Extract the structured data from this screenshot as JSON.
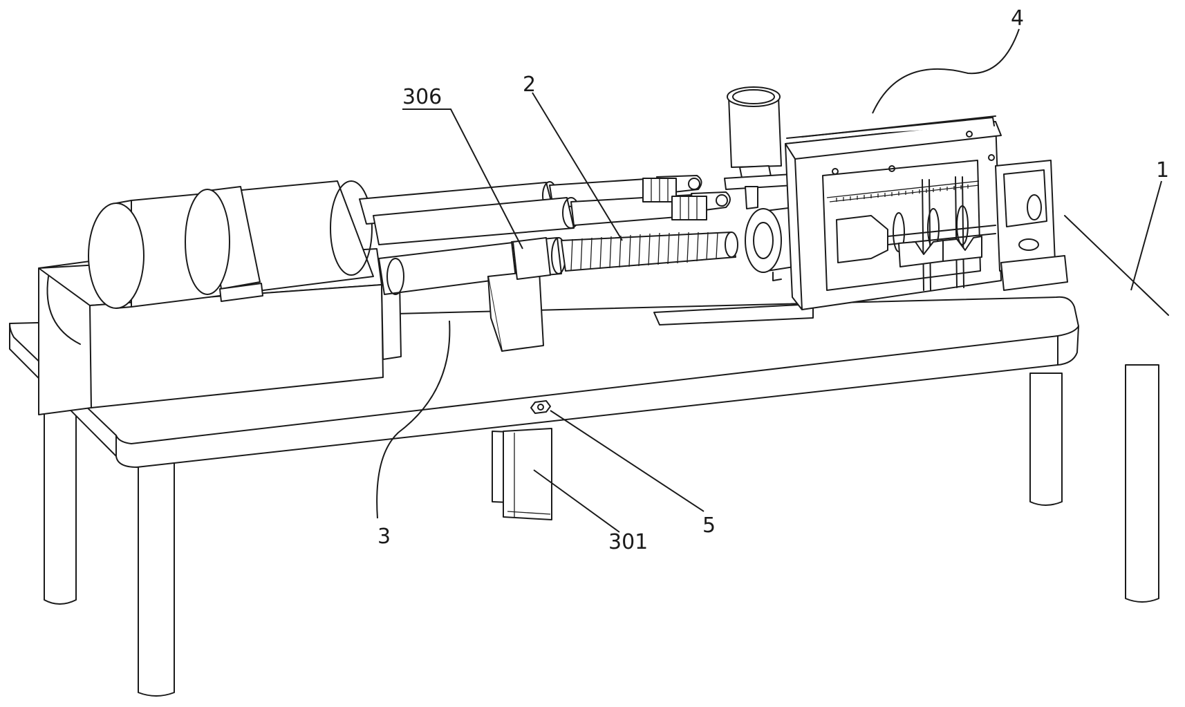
{
  "labels": {
    "l1": "1",
    "l2": "2",
    "l3": "3",
    "l4": "4",
    "l5": "5",
    "l301": "301",
    "l306": "306"
  },
  "colors": {
    "line": "#1a1a1a",
    "background": "#ffffff"
  }
}
